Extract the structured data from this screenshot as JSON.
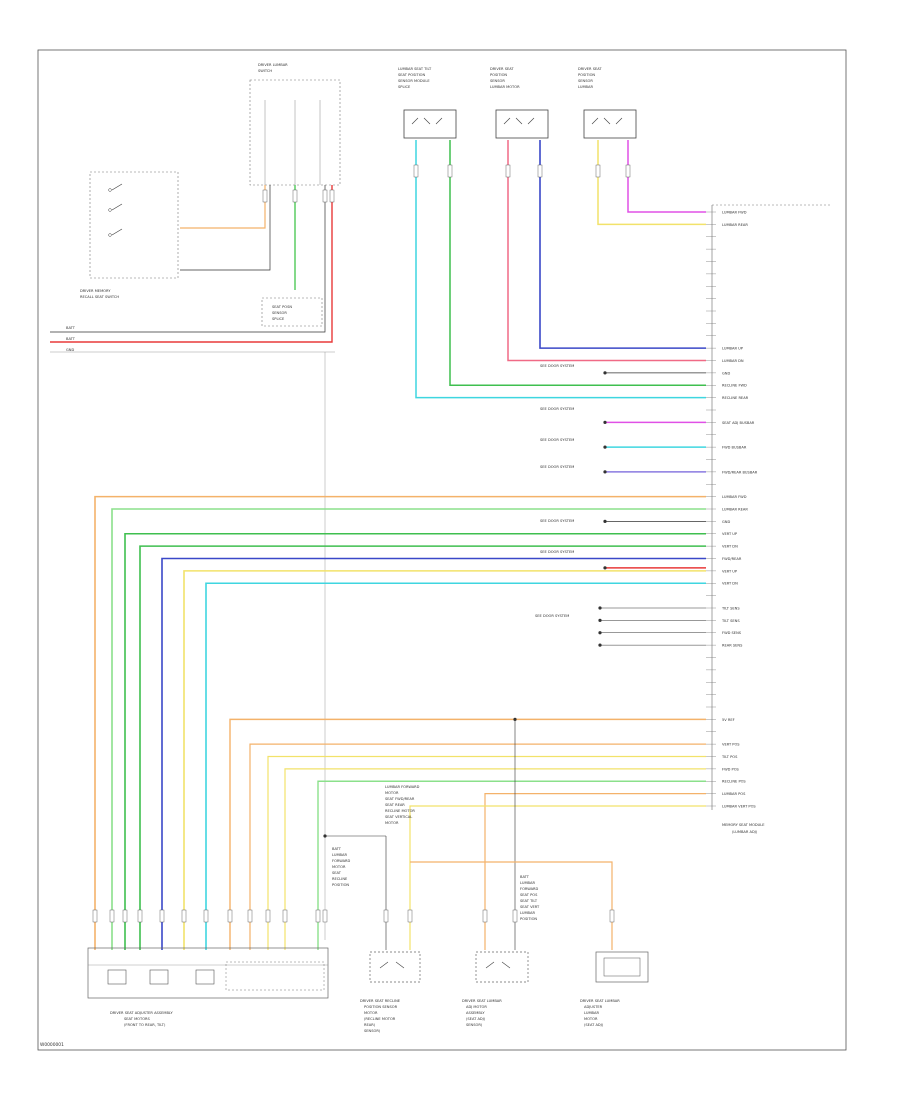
{
  "diagram": {
    "footer_id": "W0000001",
    "top_sensors": [
      {
        "id": "s1",
        "label": [
          "LUMBAR SEAT TILT",
          "SEAT POSITION",
          "SENSOR MODULE",
          "SPLICE"
        ]
      },
      {
        "id": "s2",
        "label": [
          "DRIVER SEAT",
          "POSITION",
          "SENSOR",
          "LUMBAR MOTOR"
        ]
      },
      {
        "id": "s3",
        "label": [
          "DRIVER SEAT",
          "POSITION",
          "SENSOR",
          "LUMBAR"
        ]
      }
    ],
    "top_module_label": [
      "DRIVER LUMBAR",
      "SWITCH"
    ],
    "left_switch_label": [
      "DRIVER MEMORY",
      "RECALL SEAT SWITCH"
    ],
    "left_inputs": [
      "BATT",
      "BATT",
      "GND"
    ],
    "small_box_label": [
      "SEAT POSN",
      "SENSOR",
      "SPLICE"
    ],
    "module_label": [
      "MEMORY SEAT MODULE",
      "(LUMBAR ADJ)"
    ],
    "module_pins": [
      "LUMBAR FWD",
      "LUMBAR REAR",
      "",
      "",
      "",
      "",
      "",
      "",
      "",
      "",
      "",
      "LUMBAR UP",
      "LUMBAR DN",
      "GND",
      "RECLINE FWD",
      "RECLINE REAR",
      "",
      "SEAT ADJ BUSBAR",
      "",
      "FWD BUSBAR",
      "",
      "FWD/REAR BUSBAR",
      "",
      "LUMBAR FWD",
      "LUMBAR REAR",
      "GND",
      "VERT UP",
      "VERT DN",
      "FWD/REAR",
      "VERT UP",
      "VERT DN",
      "",
      "TILT SENS",
      "TILT SENS",
      "FWD SENS",
      "REAR SENS",
      "",
      "",
      "",
      "",
      "",
      "5V REF",
      "",
      "VERT POS",
      "TILT POS",
      "FWD POS",
      "RECLINE POS",
      "LUMBAR POS",
      "LUMBAR VERT POS"
    ],
    "annotations": [
      "SEE DOOR SYSTEM",
      "SEE DOOR SYSTEM",
      "SEE DOOR SYSTEM",
      "SEE DOOR SYSTEM",
      "SEE DOOR SYSTEM",
      "SEE DOOR SYSTEM"
    ],
    "mid_notes": [
      [
        "LUMBAR FORWARD",
        "MOTOR",
        "SEAT FWD/REAR",
        "SEAT REAR",
        "RECLINE MOTOR",
        "SEAT VERTICAL",
        "MOTOR"
      ],
      [
        "BATT",
        "LUMBAR",
        "FORWARD",
        "MOTOR",
        "SEAT",
        "RECLINE",
        "POSITION"
      ],
      [
        "BATT",
        "LUMBAR",
        "FORWARD",
        "SEAT POS",
        "SEAT TILT",
        "SEAT VERT",
        "LUMBAR",
        "POSITION"
      ]
    ],
    "bottom_components": [
      {
        "label": [
          "DRIVER SEAT ADJUSTER ASSEMBLY",
          "SEAT MOTORS",
          "(FRONT TO REAR, TILT)"
        ]
      },
      {
        "label": [
          "DRIVER SEAT RECLINE",
          "POSITION SENSOR",
          "MOTOR",
          "(RECLINE MOTOR",
          "REAR)",
          "SENSOR)"
        ]
      },
      {
        "label": [
          "DRIVER SEAT LUMBAR",
          "ADJ MOTOR",
          "ASSEMBLY",
          "(SEAT ADJ)",
          "SENSOR)"
        ]
      },
      {
        "label": [
          "DRIVER SEAT LUMBAR",
          "ADJUSTER",
          "LUMBAR",
          "MOTOR",
          "(SEAT ADJ)"
        ]
      }
    ]
  },
  "colors": {
    "orange": "#f4b26a",
    "yellow": "#f2e26a",
    "green": "#3fbf4f",
    "lightgreen": "#8be08b",
    "cyan": "#3fd6e0",
    "blue": "#3a48c8",
    "pink": "#f06a86",
    "red": "#e83a3a",
    "magenta": "#e050e6",
    "violet": "#8a7ae0",
    "black": "#333333",
    "gray": "#999999"
  }
}
